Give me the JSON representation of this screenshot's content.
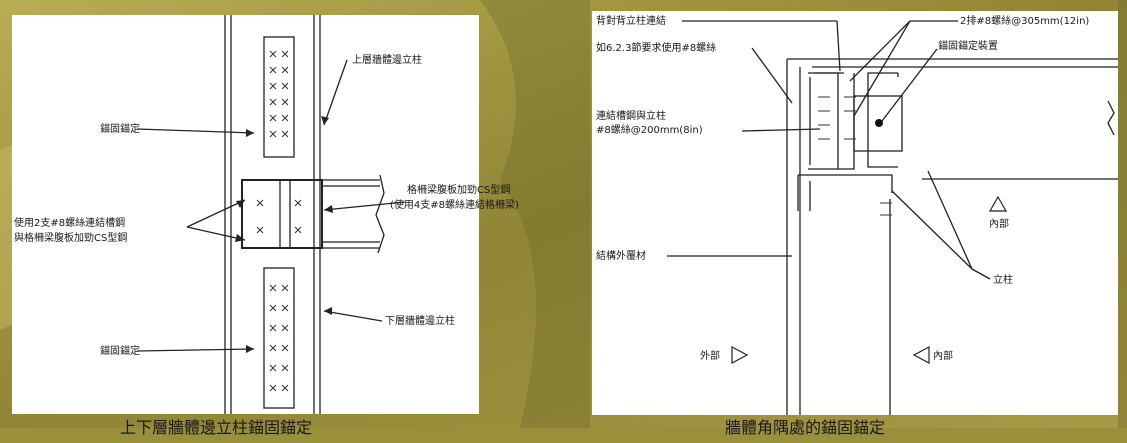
{
  "left_diagram": {
    "label_upper_stud": "上層牆體邊立柱",
    "label_anchor_top": "錨固錨定",
    "label_beam_web": "格柵梁腹板加勁CS型鋼",
    "label_beam_web_note": "(使用4支#8螺絲連結格柵梁)",
    "label_screws_line1": "使用2支#8螺絲連結槽鋼",
    "label_screws_line2": "與格柵梁腹板加勁CS型鋼",
    "label_lower_stud": "下層牆體邊立柱",
    "label_anchor_bottom": "錨固錨定"
  },
  "right_diagram": {
    "label_back_to_back": "背對背立柱連結",
    "label_spacing_top": "2排#8螺絲@305mm(12in)",
    "label_per_section": "如6.2.3節要求使用#8螺絲",
    "label_anchor_device": "錨固錨定裝置",
    "label_channel_line1": "連結槽鋼與立柱",
    "label_channel_line2": "#8螺絲@200mm(8in)",
    "label_interior_upper": "內部",
    "label_sheathing": "結構外覆材",
    "label_stud": "立柱",
    "label_exterior": "外部",
    "label_interior_lower": "內部"
  },
  "captions": {
    "left": "上下層牆體邊立柱錨固錨定",
    "right": "牆體角隅處的錨固錨定"
  }
}
